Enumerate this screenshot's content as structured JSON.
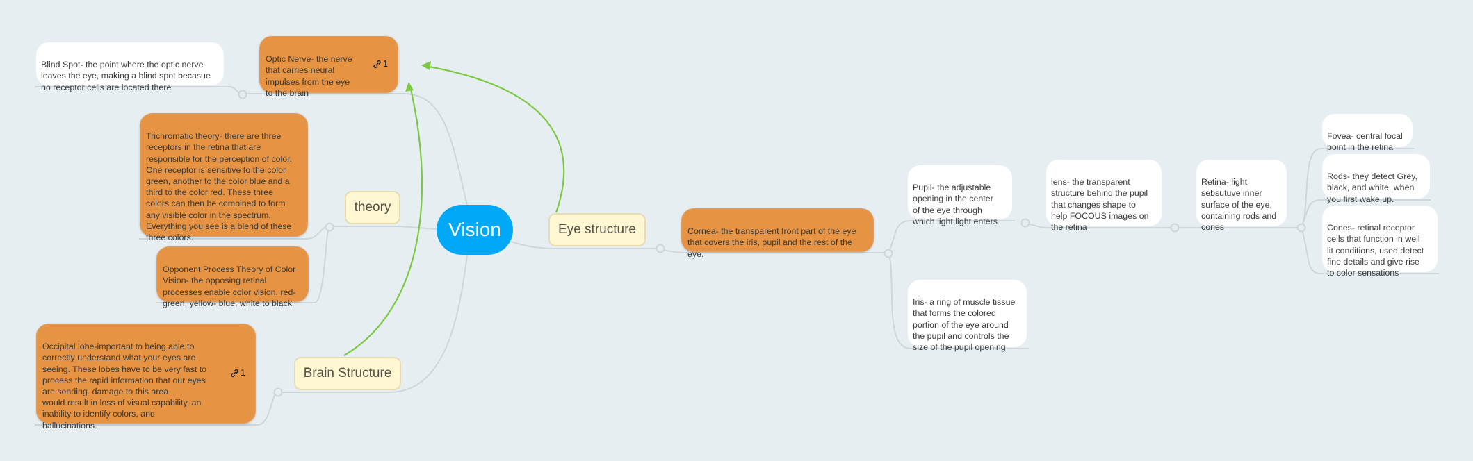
{
  "map": {
    "central": {
      "label": "Vision",
      "color": "#00a8f5"
    },
    "topics": {
      "theory": {
        "label": "theory"
      },
      "eye_structure": {
        "label": "Eye structure"
      },
      "brain_structure": {
        "label": "Brain Structure"
      }
    },
    "nodes": {
      "optic_nerve": {
        "text": "Optic Nerve- the nerve\nthat carries neural\nimpulses from the eye\nto the brain",
        "link_count": "1"
      },
      "blind_spot": {
        "text": "Blind Spot- the point where the optic nerve\nleaves the eye, making a blind spot becasue\nno receptor cells are located there"
      },
      "trichromatic": {
        "text": "Trichromatic theory- there are three\nreceptors in the retina that are\nresponsible for the perception of color.\nOne receptor is sensitive to the color\ngreen, another to the color blue and a\nthird to the color red. These three\ncolors can then be combined to form\nany visible color in the spectrum.\nEverything you see is a blend of these\nthree colors."
      },
      "opponent_process": {
        "text": "Opponent Process Theory of Color\nVision- the opposing retinal\nprocesses enable color vision. red-\ngreen, yellow- blue, white to black"
      },
      "occipital_lobe": {
        "text": "Occipital lobe-important to being able to\ncorrectly understand what your eyes are\nseeing. These lobes have to be very fast to\nprocess the rapid information that our eyes\nare sending. damage to this area\nwould result in loss of visual capability, an\ninability to identify colors, and\nhallucinations.",
        "link_count": "1"
      },
      "cornea": {
        "text": "Cornea- the transparent front part of the eye\nthat covers the iris, pupil and the rest of the\neye."
      },
      "pupil": {
        "text": "Pupil- the adjustable\nopening in the center\nof the eye through\nwhich light light enters"
      },
      "iris": {
        "text": "Iris- a ring of muscle tissue\nthat forms the colored\nportion of the eye around\nthe pupil and controls the\nsize of the pupil opening"
      },
      "lens": {
        "text": "lens- the transparent\nstructure behind the pupil\nthat changes shape to\nhelp FOCOUS images on\nthe retina"
      },
      "retina": {
        "text": "Retina- light\nsebsutuve inner\nsurface of the eye,\ncontaining rods and\ncones"
      },
      "fovea": {
        "text": "Fovea- central focal\npoint in the retina"
      },
      "rods": {
        "text": "Rods- they detect Grey,\nblack, and white. when\nyou first wake up."
      },
      "cones": {
        "text": "Cones- retinal receptor\ncells that function in well\nlit conditions, used detect\nfine details and give rise\nto color sensations"
      }
    },
    "colors": {
      "background": "#e6eef2",
      "orange_node": "#e69443",
      "topic_fill": "#fff6d2",
      "connector": "#cfd6da",
      "relationship_arrow": "#7dc843"
    }
  }
}
